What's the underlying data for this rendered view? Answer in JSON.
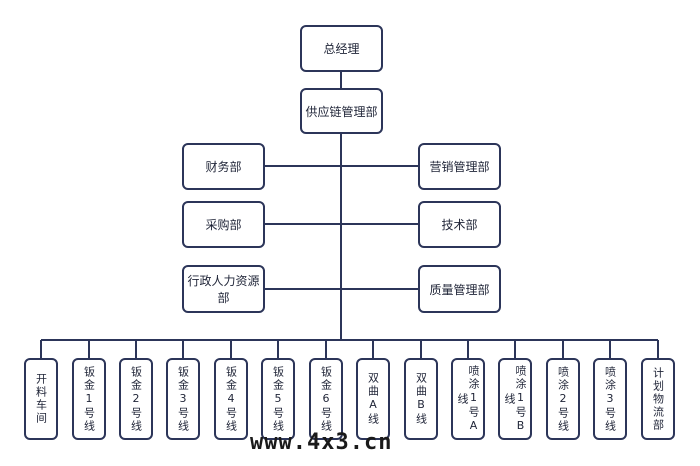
{
  "top": {
    "label": "总经理"
  },
  "second": {
    "label": "供应链管理部"
  },
  "left_depts": [
    {
      "label": "财务部"
    },
    {
      "label": "采购部"
    },
    {
      "label": "行政人力资源部"
    }
  ],
  "right_depts": [
    {
      "label": "营销管理部"
    },
    {
      "label": "技术部"
    },
    {
      "label": "质量管理部"
    }
  ],
  "workshops": [
    {
      "label": "开料车间"
    },
    {
      "label": "钣金1号线"
    },
    {
      "label": "钣金2号线"
    },
    {
      "label": "钣金3号线"
    },
    {
      "label": "钣金4号线"
    },
    {
      "label": "钣金5号线"
    },
    {
      "label": "钣金6号线"
    },
    {
      "label": "双曲A线"
    },
    {
      "label": "双曲B线"
    },
    {
      "label": "喷涂1号A线"
    },
    {
      "label": "喷涂1号B线"
    },
    {
      "label": "喷涂2号线"
    },
    {
      "label": "喷涂3号线"
    },
    {
      "label": "计划物流部"
    }
  ],
  "watermark": "www.4x3.cn",
  "colors": {
    "line": "#2c3559",
    "box_border": "#2c3559"
  }
}
